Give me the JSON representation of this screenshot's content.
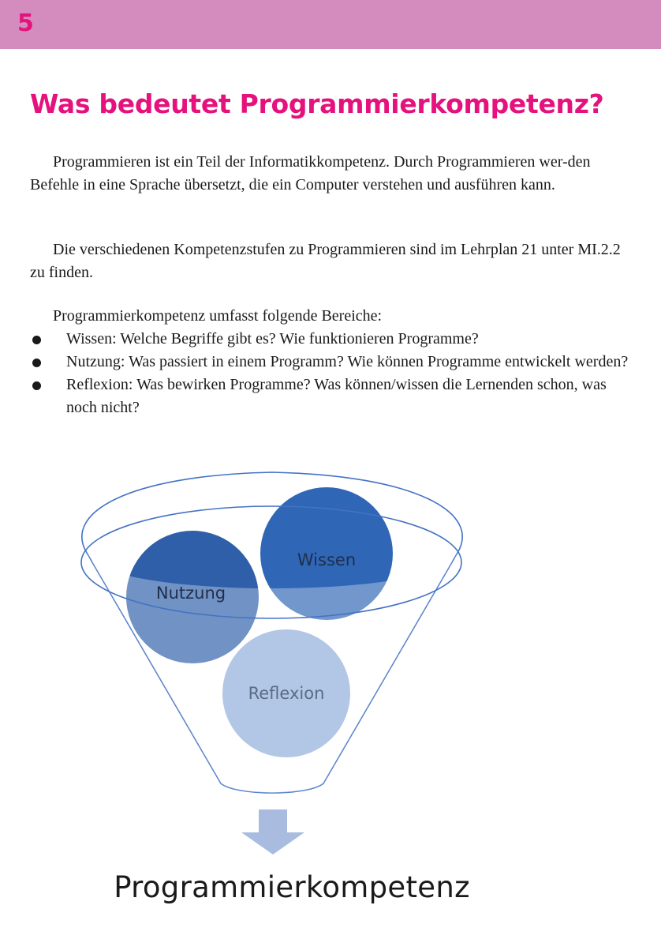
{
  "header": {
    "page_number": "5",
    "bar_color": "#d48bbd",
    "number_color": "#e5127d"
  },
  "title": "Was bedeutet Programmierkompetenz?",
  "paragraphs": [
    "Programmieren ist ein Teil der Informatikkompetenz. Durch Programmieren wer-den Befehle in eine Sprache übersetzt, die ein Computer verstehen und ausführen kann.",
    "Die verschiedenen Kompetenzstufen zu Programmieren sind im Lehrplan 21 unter MI.2.2 zu finden.",
    "Programmierkompetenz umfasst folgende Bereiche:"
  ],
  "bullets": [
    "Wissen: Welche Begriffe gibt es? Wie funktionieren Programme?",
    "Nutzung: Was passiert in einem Programm? Wie können Programme entwickelt werden?",
    "Reflexion: Was bewirken Programme? Was können/wissen die Lernenden schon, was noch nicht?"
  ],
  "diagram": {
    "circles": [
      {
        "label": "Nutzung",
        "color": "#2f5fa8"
      },
      {
        "label": "Wissen",
        "color": "#2f66b5"
      },
      {
        "label": "Reflexion",
        "color": "#8eacd9"
      }
    ],
    "funnel_stroke": "#4472c4",
    "arrow_color": "#a9bce0",
    "result_label": "Programmierkompetenz"
  }
}
